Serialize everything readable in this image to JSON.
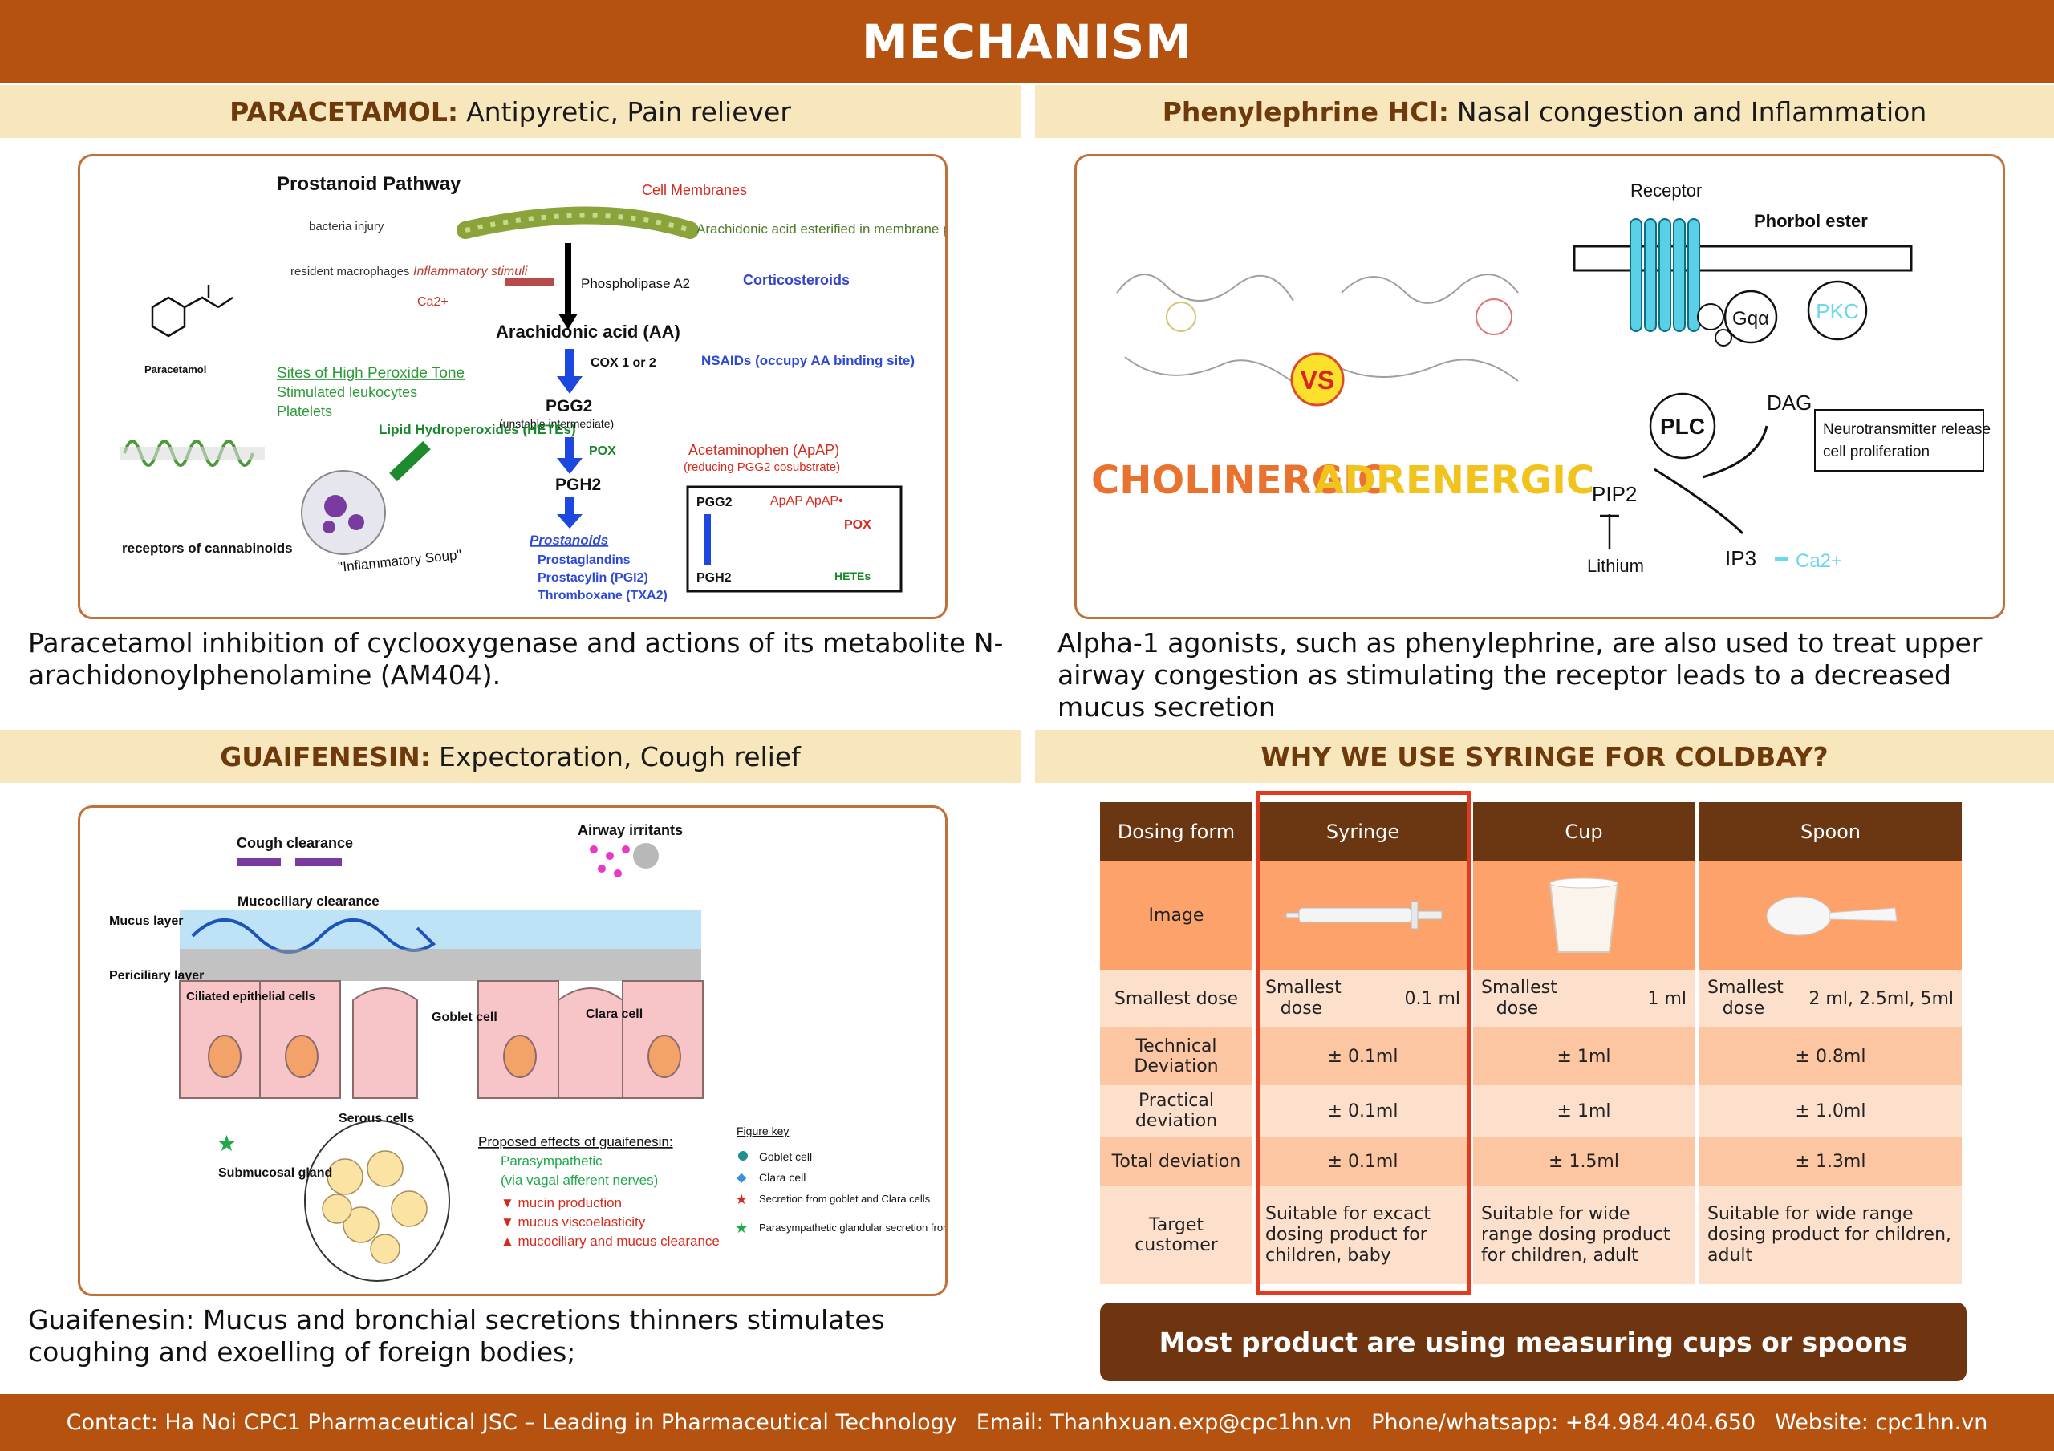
{
  "header": {
    "title": "MECHANISM"
  },
  "sections": {
    "paracetamol": {
      "name": "PARACETAMOL:",
      "use": "Antipyretic, Pain reliever",
      "caption": "Paracetamol inhibition of cyclooxygenase and actions of its metabolite N-arachidonoylphenolamine (AM404).",
      "diagram": {
        "title": "Prostanoid Pathway",
        "cell_membranes": "Cell Membranes",
        "bacteria_injury": "bacteria injury",
        "resident_macrophages": "resident macrophages",
        "inflammatory_stimuli": "Inflammatory stimuli",
        "ca": "Ca2+",
        "arachidonic_esterified": "Arachidonic acid esterified in membrane phospholipid",
        "phospholipase": "Phospholipase A2",
        "corticosteroids": "Corticosteroids",
        "arachidonic_acid": "Arachidonic acid (AA)",
        "cox": "COX 1 or 2",
        "nsaids": "NSAIDs (occupy AA binding site)",
        "peroxide_tone": "Sites of High Peroxide Tone",
        "leukocytes": "Stimulated leukocytes",
        "platelets": "Platelets",
        "pgg2": "PGG2",
        "pgg2_sub": "(unstable intermediate)",
        "lipid": "Lipid Hydroperoxides (HETEs)",
        "pox": "POX",
        "acetaminophen": "Acetaminophen (ApAP)",
        "acetaminophen_sub": "(reducing PGG2 cosubstrate)",
        "pgh2": "PGH2",
        "prostanoids": "Prostanoids",
        "prostaglandins": "Prostaglandins",
        "prostacylin": "Prostacylin (PGI2)",
        "thromboxane": "Thromboxane (TXA2)",
        "paracetamol_label": "Paracetamol",
        "receptors": "receptors of cannabinoids",
        "soup": "\"Inflammatory Soup\"",
        "box_pgg2": "PGG2",
        "box_pgh2": "PGH2",
        "box_apap": "ApAP   ApAP•",
        "box_pox": "POX",
        "box_hetes": "HETEs"
      }
    },
    "phenylephrine": {
      "name": "Phenylephrine HCl:",
      "use": "Nasal congestion and Inflammation",
      "caption": "Alpha-1 agonists, such as phenylephrine, are also used to treat upper airway congestion as stimulating the receptor leads to a decreased mucus secretion",
      "diagram": {
        "cholinergic": "CHOLINERGIC",
        "vs": "VS",
        "adrenergic": "ADRENERGIC",
        "receptor": "Receptor",
        "phorbol": "Phorbol ester",
        "gq": "Gqα",
        "pkc": "PKC",
        "plc": "PLC",
        "dag": "DAG",
        "neuro": "Neurotransmitter release",
        "prolif": "cell proliferation",
        "pip2": "PIP2",
        "lithium": "Lithium",
        "ip3": "IP3",
        "ca": "Ca2+"
      }
    },
    "guaifenesin": {
      "name": "GUAIFENESIN:",
      "use": "Expectoration, Cough relief",
      "caption": "Guaifenesin: Mucus and bronchial secretions thinners  stimulates coughing and exoelling of foreign bodies;",
      "diagram": {
        "cough": "Cough clearance",
        "airway": "Airway irritants",
        "mucociliary": "Mucociliary clearance",
        "mucus_layer": "Mucus layer",
        "periciliary": "Periciliary layer",
        "ciliated": "Ciliated epithelial cells",
        "goblet": "Goblet cell",
        "clara": "Clara cell",
        "serous": "Serous cells",
        "submucosal": "Submucosal gland",
        "effects_title": "Proposed effects of guaifenesin:",
        "parasym": "Parasympathetic",
        "vagal": "(via vagal afferent nerves)",
        "mucin": "▼ mucin production",
        "viscoelasticity": "▼ mucus viscoelasticity",
        "mucociliary_up": "▲ mucociliary and mucus clearance",
        "key_title": "Figure key",
        "key_goblet": "Goblet cell",
        "key_clara": "Clara cell",
        "key_secretion": "Secretion from goblet and Clara cells",
        "key_parasym": "Parasympathetic glandular secretion from submucosal glands and goblet cells"
      }
    },
    "syringe": {
      "title": "WHY WE USE SYRINGE FOR COLDBAY?",
      "headers": [
        "Dosing form",
        "Syringe",
        "Cup",
        "Spoon"
      ],
      "row_image_label": "Image",
      "smallest": {
        "label": "Smallest dose",
        "sub_label": "Smallest dose",
        "values": [
          "0.1 ml",
          "1 ml",
          "2 ml, 2.5ml, 5ml"
        ]
      },
      "technical": {
        "label": "Technical Deviation",
        "values": [
          "± 0.1ml",
          "± 1ml",
          "± 0.8ml"
        ]
      },
      "practical": {
        "label": "Practical deviation",
        "values": [
          "± 0.1ml",
          "± 1ml",
          "± 1.0ml"
        ]
      },
      "total": {
        "label": "Total deviation",
        "values": [
          "± 0.1ml",
          "± 1.5ml",
          "± 1.3ml"
        ]
      },
      "target": {
        "label": "Target customer",
        "values": [
          "Suitable for excact dosing product for children, baby",
          "Suitable for wide range dosing product for children, adult",
          "Suitable for wide range dosing product for children, adult"
        ]
      },
      "cta": "Most product are using measuring cups or spoons"
    }
  },
  "footer": {
    "contact": "Contact: Ha Noi CPC1 Pharmaceutical JSC  – Leading in Pharmaceutical Technology",
    "email": "Email: Thanhxuan.exp@cpc1hn.vn",
    "phone": "Phone/whatsapp: +84.984.404.650",
    "website": "Website: cpc1hn.vn"
  },
  "colors": {
    "brand": "#b5520f",
    "band": "#f8e6bd",
    "dark_brown": "#6e3510",
    "table_orange": "#fca26a",
    "highlight": "#e23a1e"
  }
}
